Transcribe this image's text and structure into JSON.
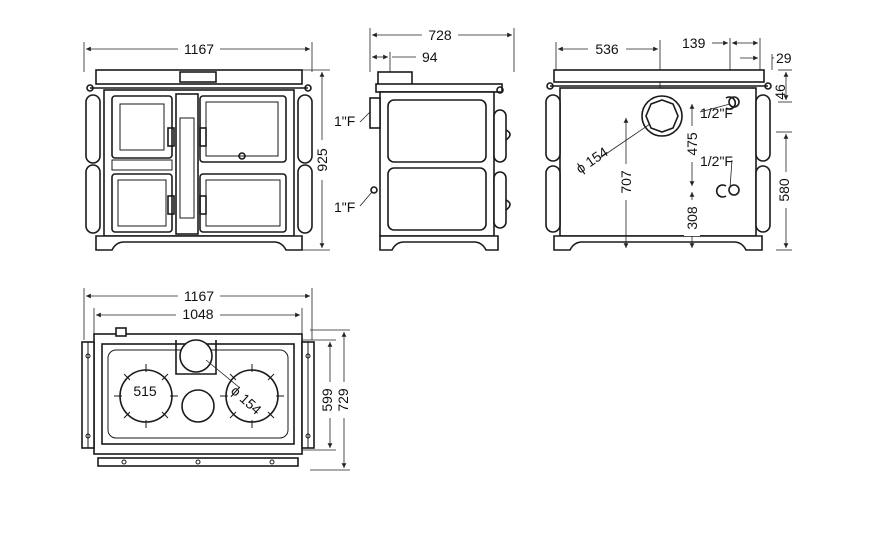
{
  "front_view": {
    "width": "1167",
    "height": "925"
  },
  "side_view": {
    "depth": "728",
    "flue_offset": "94",
    "upper_conn": "1\"F",
    "lower_conn": "1\"F"
  },
  "rear_view": {
    "flue_x": "536",
    "right_offset": "139",
    "edge_offset": "29",
    "top_offset": "46",
    "flue_diameter": "ϕ 154",
    "conn_upper": "1/2\"F",
    "conn_lower": "1/2\"F",
    "h_475": "475",
    "h_707": "707",
    "h_308": "308",
    "h_580": "580"
  },
  "top_view": {
    "width": "1167",
    "hob_width": "1048",
    "plate": "515",
    "flue_diameter": "ϕ 154",
    "depth_inner": "599",
    "depth_outer": "729"
  }
}
